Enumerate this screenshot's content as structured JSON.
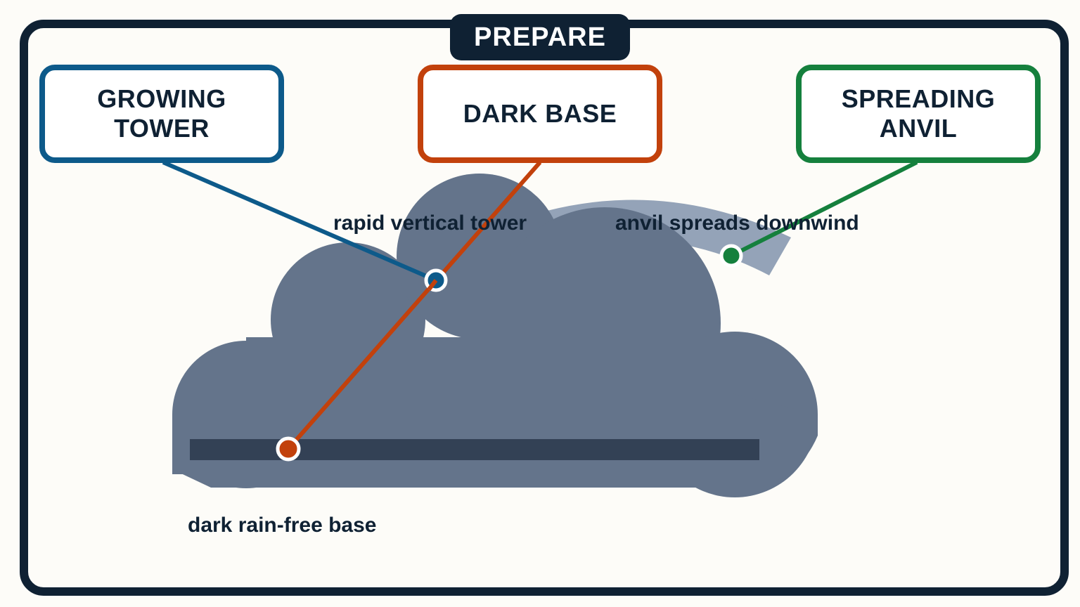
{
  "title": "PREPARE",
  "callouts": {
    "growing": {
      "label": "GROWING\nTOWER",
      "color": "#0d5a8a"
    },
    "dark": {
      "label": "DARK BASE",
      "color": "#c2410c"
    },
    "anvil": {
      "label": "SPREADING\nANVIL",
      "color": "#15803d"
    }
  },
  "labels": {
    "tower": "rapid vertical tower",
    "anvil": "anvil spreads downwind",
    "base": "dark rain-free base"
  },
  "colors": {
    "frame": "#0f2133",
    "cloud": "#64748b",
    "anvil": "#94a3b8",
    "base_bar": "#334155",
    "background": "#fdfcf8"
  }
}
